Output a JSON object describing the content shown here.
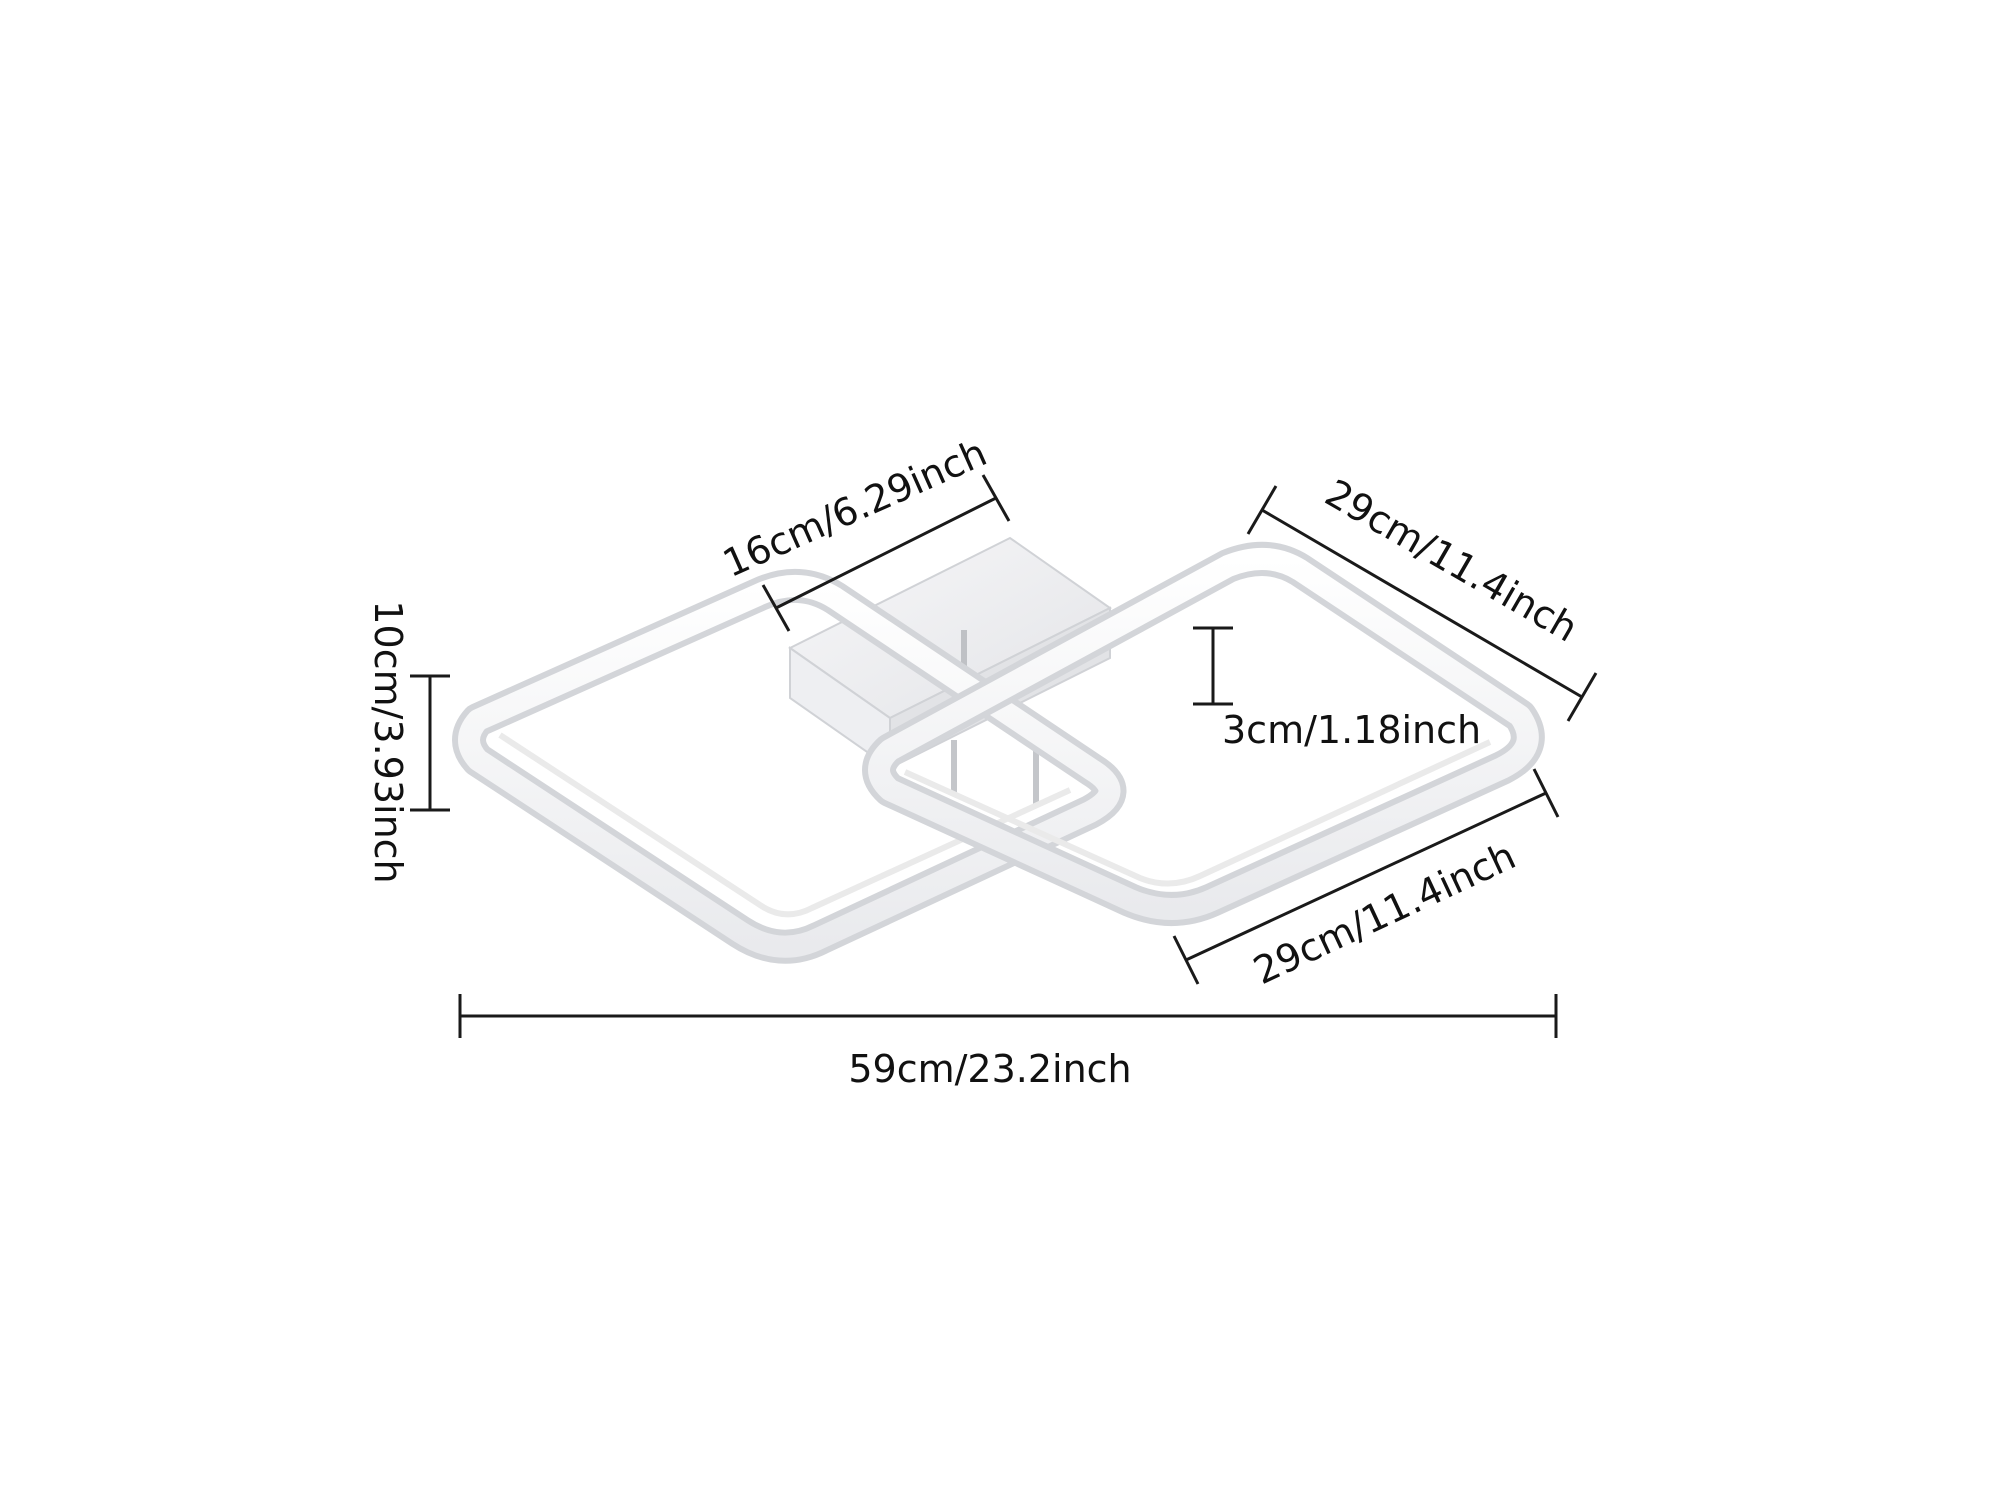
{
  "product": {
    "name": "",
    "colors": {
      "frame_face": "#f7f7f9",
      "frame_edge": "#d6d8dc",
      "frame_inner_glow": "#eeeeee",
      "mount_light": "#f4f4f6",
      "mount_dark": "#dedfe2",
      "line": "#1a1a1a",
      "text": "#111111"
    }
  },
  "dimensions": {
    "top_depth": "16cm/6.29inch",
    "right_upper_side": "29cm/11.4inch",
    "right_lower_side": "29cm/11.4inch",
    "left_height": "10cm/3.93inch",
    "mount_height": "3cm/1.18inch",
    "total_width": "59cm/23.2inch"
  }
}
